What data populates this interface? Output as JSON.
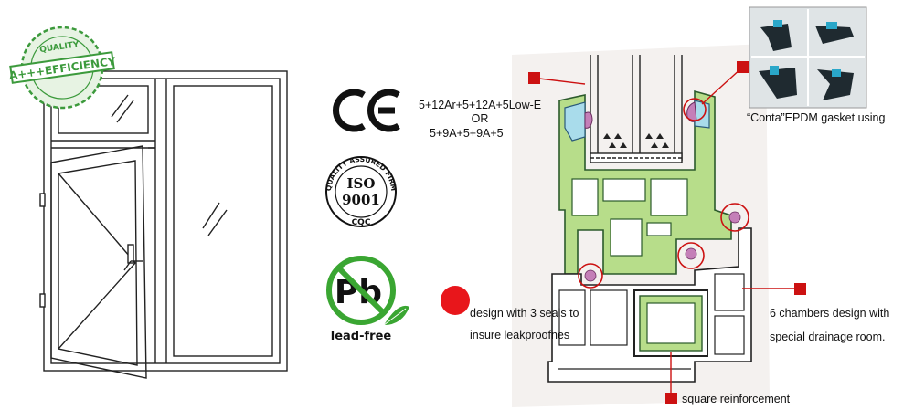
{
  "window_drawing": {
    "badge_text": "A+++EFFICIENCY",
    "badge_ring_text": "QUALITY"
  },
  "certifications": {
    "ce_mark": "CE",
    "iso": {
      "ring_text": "QUALITY ASSURED FIRM",
      "line1": "ISO",
      "line2": "9001",
      "sub": "CQC"
    },
    "lead_free": {
      "symbol": "Pb",
      "caption": "lead-free"
    }
  },
  "profile_labels": {
    "glass_line1": "5+12Ar+5+12A+5Low-E",
    "glass_or": "OR",
    "glass_line2": "5+9A+5+9A+5",
    "gasket": "“Conta”EPDM gasket using",
    "seals_line1": "design with 3 seals to",
    "seals_line2": "insure leakproofnes",
    "chambers_line1": "6 chambers design with",
    "chambers_line2": "special drainage room.",
    "reinforcement": "square reinforcement"
  },
  "colors": {
    "profile_green": "#b7dd8a",
    "profile_blue": "#a9dceb",
    "profile_magenta": "#c47fb8",
    "marker_red": "#cc1111",
    "dot_red": "#e8161b",
    "badge_green": "#3c9a3c",
    "lead_green": "#3aa632",
    "line_dark": "#222222",
    "paper_tint": "#f4f1ef"
  },
  "icons": [
    "window-drawing",
    "efficiency-badge-icon",
    "ce-mark-icon",
    "iso-9001-icon",
    "lead-free-icon",
    "red-dot-icon",
    "gasket-photo-grid"
  ]
}
